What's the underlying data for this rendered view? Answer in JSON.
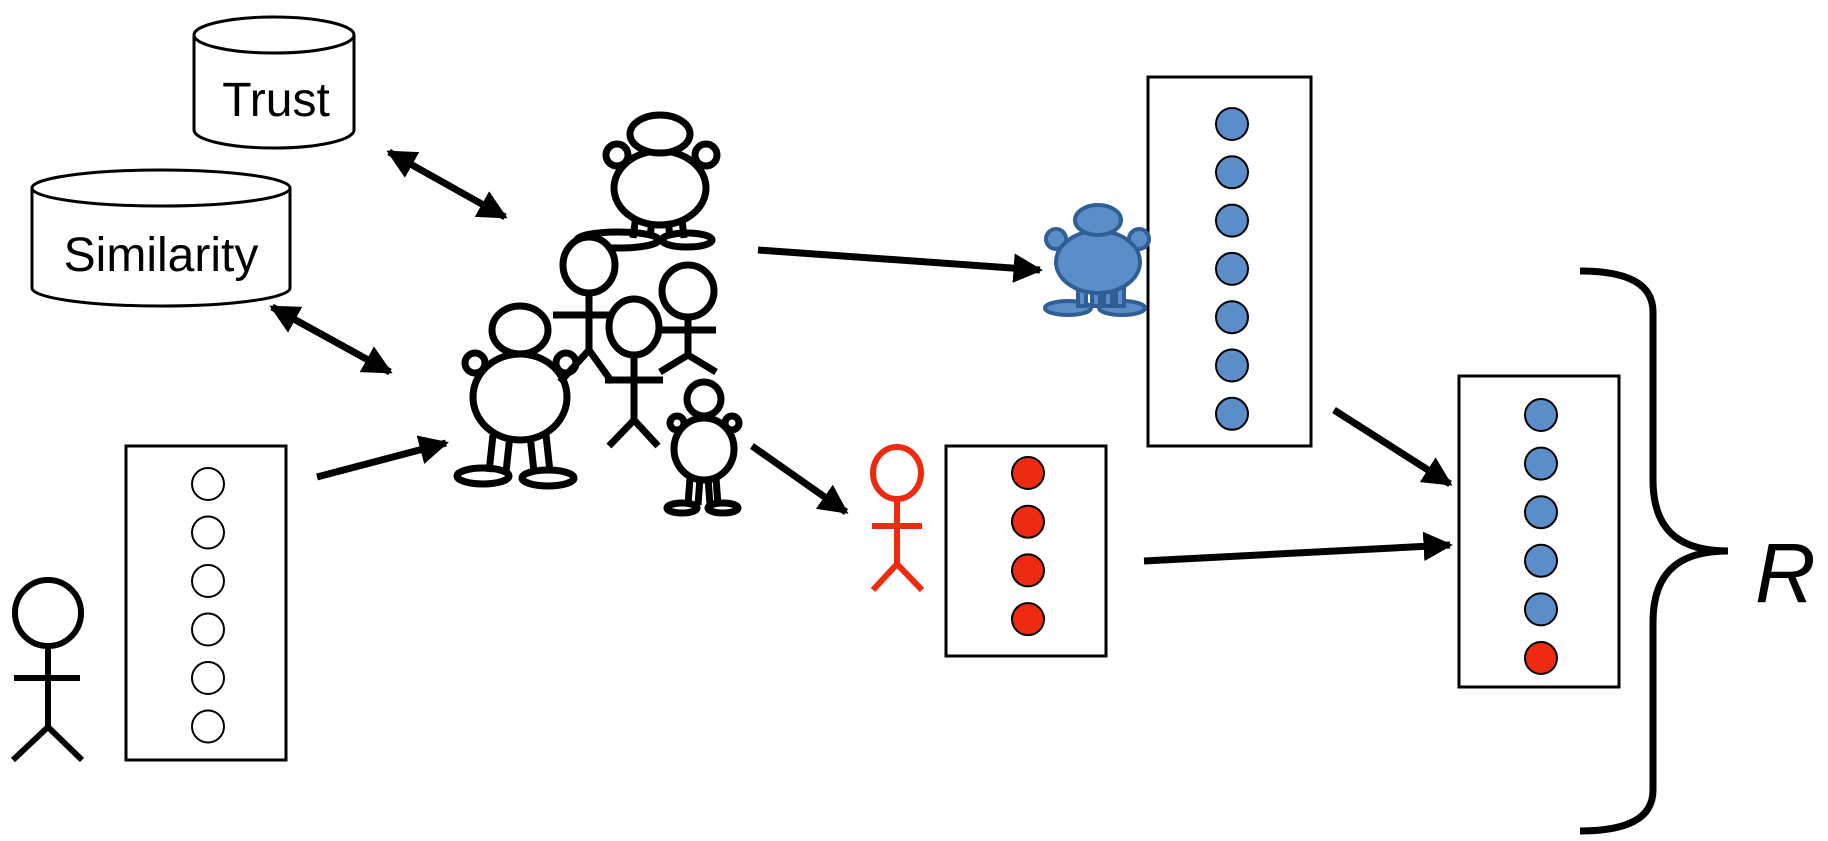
{
  "labels": {
    "trust": "Trust",
    "similarity": "Similarity",
    "result": "R"
  },
  "colors": {
    "stroke": "#000000",
    "empty_item": "#ffffff",
    "blue_item": "#5b8ec9",
    "red_item": "#ee2a10",
    "blue_person": "#5b8ec9",
    "blue_person_outline": "#2f5f95",
    "red_person": "#ee2a10"
  },
  "icons": {
    "database": "database-cylinder-icon",
    "stick_person": "stick-person-icon",
    "round_person": "round-person-icon",
    "arrow": "arrow-icon",
    "curly_brace": "curly-brace-icon"
  },
  "lists": {
    "target_user_items": [
      "empty",
      "empty",
      "empty",
      "empty",
      "empty",
      "empty"
    ],
    "blue_neighbor_items": [
      "blue",
      "blue",
      "blue",
      "blue",
      "blue",
      "blue",
      "blue"
    ],
    "red_neighbor_items": [
      "red",
      "red",
      "red",
      "red"
    ],
    "result_items": [
      "blue",
      "blue",
      "blue",
      "blue",
      "blue",
      "red"
    ]
  }
}
